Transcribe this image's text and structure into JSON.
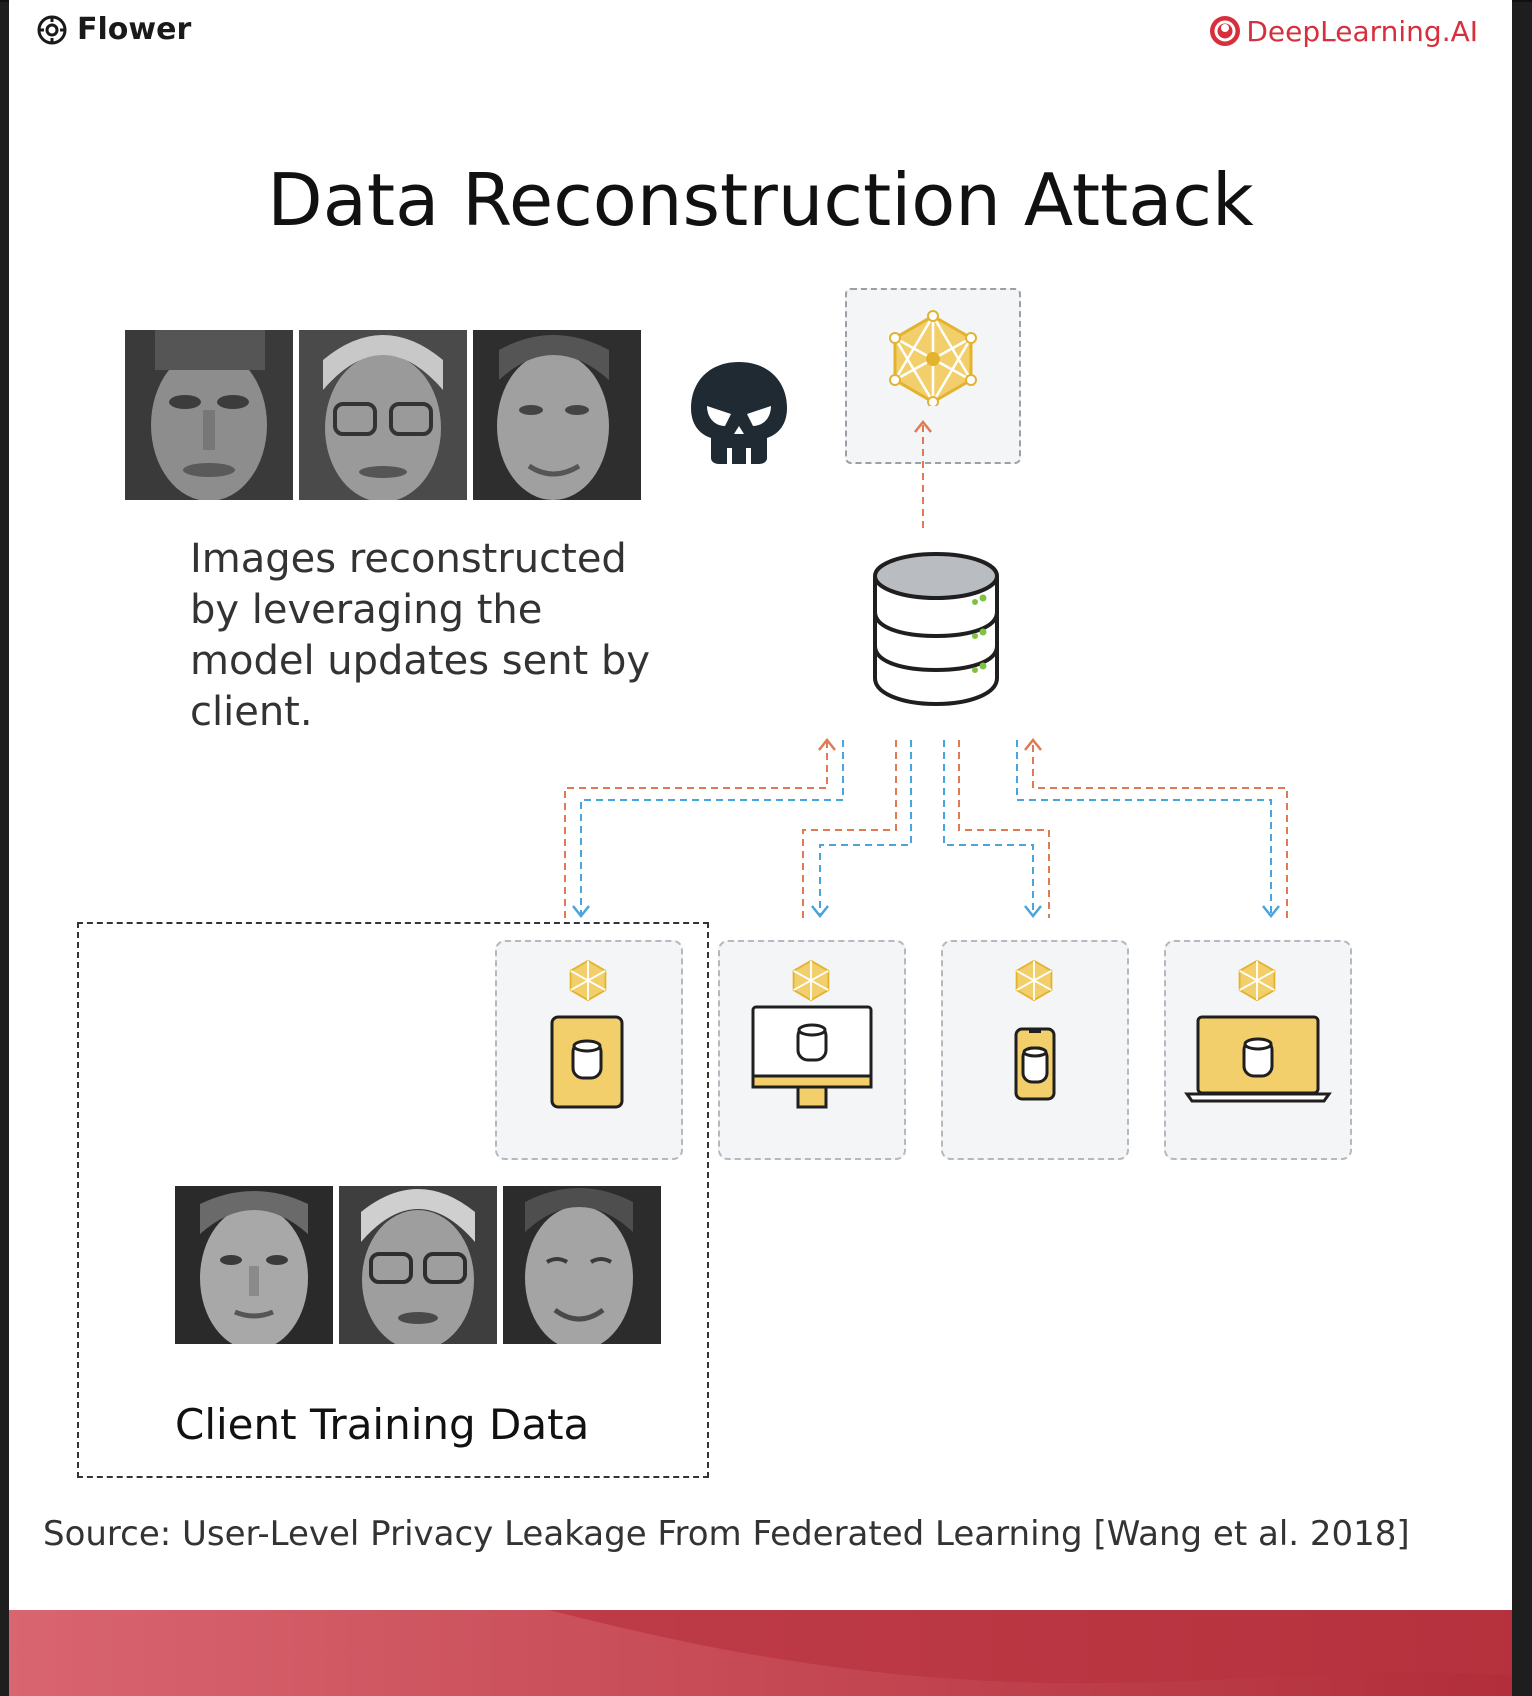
{
  "header": {
    "left_brand": "Flower",
    "right_brand": "DeepLearning.AI"
  },
  "title": "Data Reconstruction Attack",
  "reconstructed_caption": "Images reconstructed by leveraging the model updates sent by client.",
  "client_data_label": "Client Training Data",
  "source": "Source: User-Level Privacy Leakage From Federated Learning [Wang et al. 2018]",
  "colors": {
    "accent_red": "#d6303c",
    "model_yellow": "#f0c24d",
    "upload_arrow": "#e07a52",
    "download_arrow": "#4aa3dc"
  },
  "icons": {
    "attacker": "skull-icon",
    "global_model": "neural-network-icon",
    "server": "database-server-icon",
    "clients": [
      "tablet-icon",
      "desktop-icon",
      "phone-icon",
      "laptop-icon"
    ]
  }
}
